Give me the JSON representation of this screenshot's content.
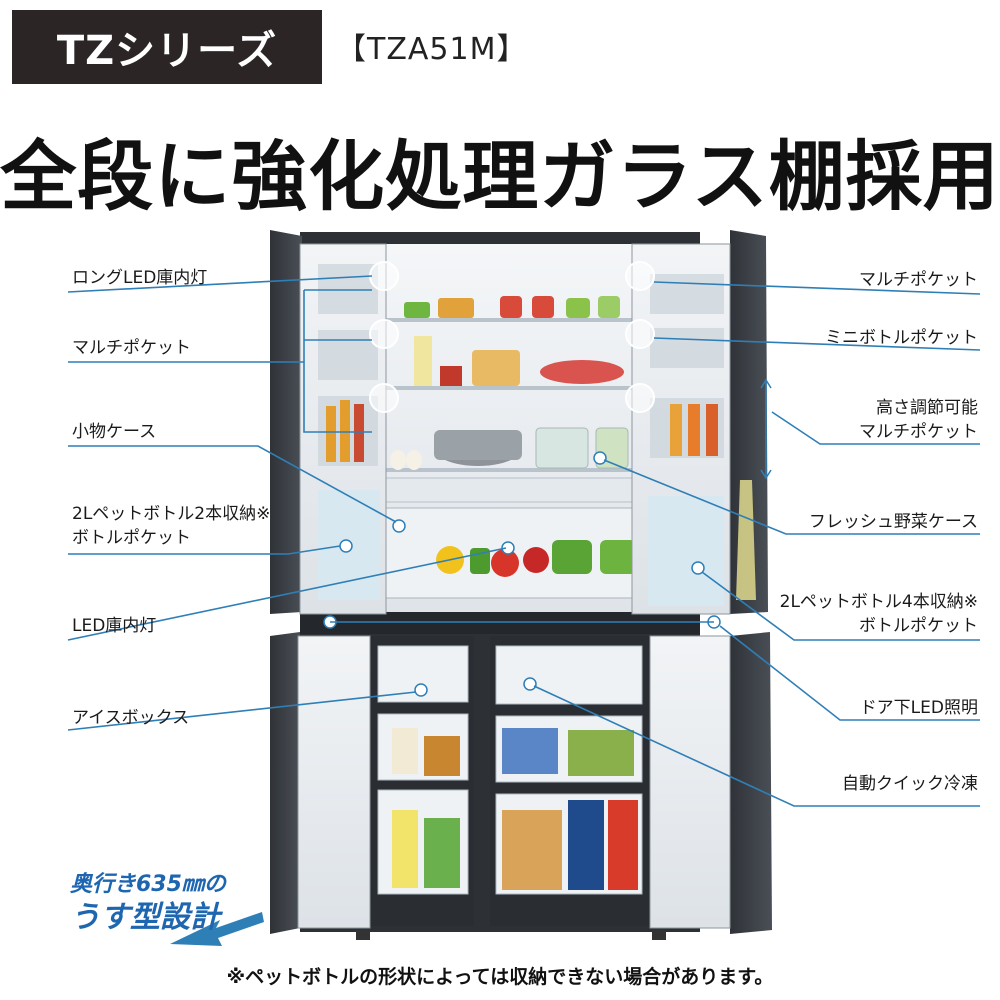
{
  "header": {
    "series": "TZシリーズ",
    "model": "【TZA51M】",
    "headline": "全段に強化処理ガラス棚採用"
  },
  "labels_left": {
    "long_led": "ロングLED庫内灯",
    "multi_pocket": "マルチポケット",
    "small_case": "小物ケース",
    "bottle_2l_line1": "2Lペットボトル2本収納※",
    "bottle_2l_line2": "ボトルポケット",
    "led_light": "LED庫内灯",
    "ice_box": "アイスボックス"
  },
  "labels_right": {
    "multi_pocket": "マルチポケット",
    "mini_bottle": "ミニボトルポケット",
    "adjustable_line1": "高さ調節可能",
    "adjustable_line2": "マルチポケット",
    "fresh_veg": "フレッシュ野菜ケース",
    "bottle_4_line1": "2Lペットボトル4本収納※",
    "bottle_4_line2": "ボトルポケット",
    "door_led": "ドア下LED照明",
    "quick_freeze": "自動クイック冷凍"
  },
  "depth_note": {
    "line1": "奥行き635㎜の",
    "line2": "うす型設計"
  },
  "footnote": "※ペットボトルの形状によっては収納できない場合があります。",
  "colors": {
    "callout": "#2f7fb7",
    "badge_bg": "#2b2525",
    "fridge_body": "#3a3e44",
    "depth_blue": "#1e66b0"
  }
}
